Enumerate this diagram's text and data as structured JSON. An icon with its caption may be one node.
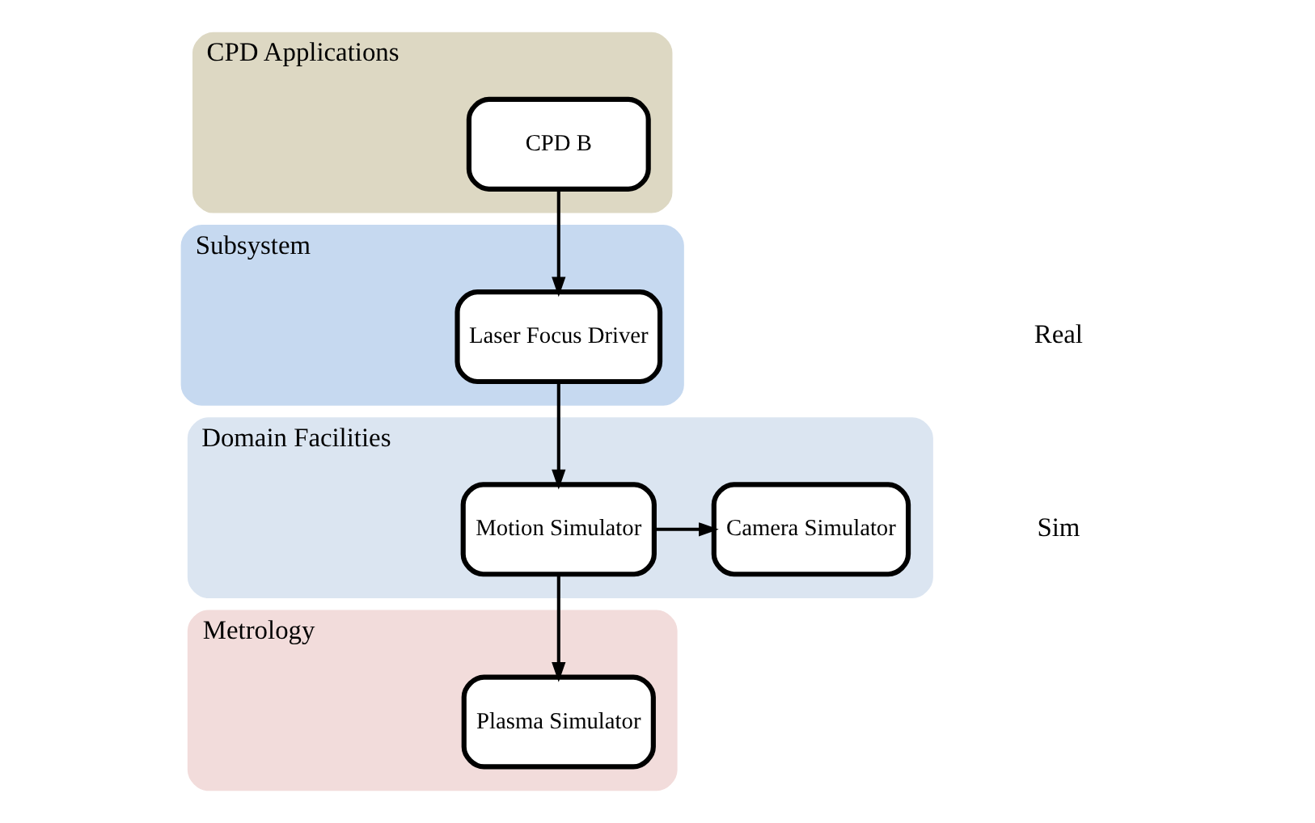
{
  "diagram": {
    "nodes": [
      {
        "text": [
          "CPD Applications"
        ]
      },
      {
        "text": [
          "CPD B"
        ],
        "in": 0
      },
      {
        "text": [
          "Subsystem"
        ]
      },
      {
        "text": [
          "Laser Focus Driver"
        ],
        "in": 2
      },
      {
        "text": [
          "Domain Facilities"
        ]
      },
      {
        "text": [
          "Motion Simulator"
        ],
        "in": 4
      },
      {
        "text": [
          "Camera Simulator"
        ],
        "in": 4
      },
      {
        "text": [
          "Metrology"
        ]
      },
      {
        "text": [
          "Plasma Simulator"
        ],
        "in": 7
      }
    ],
    "edges": [
      {
        "from": 1,
        "to": 3,
        "arrow": "to"
      },
      {
        "from": 3,
        "to": 5,
        "arrow": "to"
      },
      {
        "from": 5,
        "to": 6,
        "arrow": "to"
      },
      {
        "from": 5,
        "to": 8,
        "arrow": "to"
      }
    ],
    "labels": [
      "Real",
      "Sim"
    ]
  }
}
